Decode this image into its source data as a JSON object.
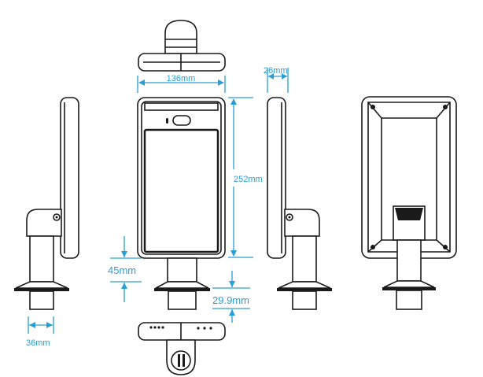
{
  "dimensions": {
    "width": "136mm",
    "depth": "26mm",
    "height": "252mm",
    "stand_height": "45mm",
    "base_height": "29.9mm",
    "base_width": "36mm"
  },
  "colors": {
    "dimension": "#2a9fd6",
    "line": "#1a1a1a"
  }
}
